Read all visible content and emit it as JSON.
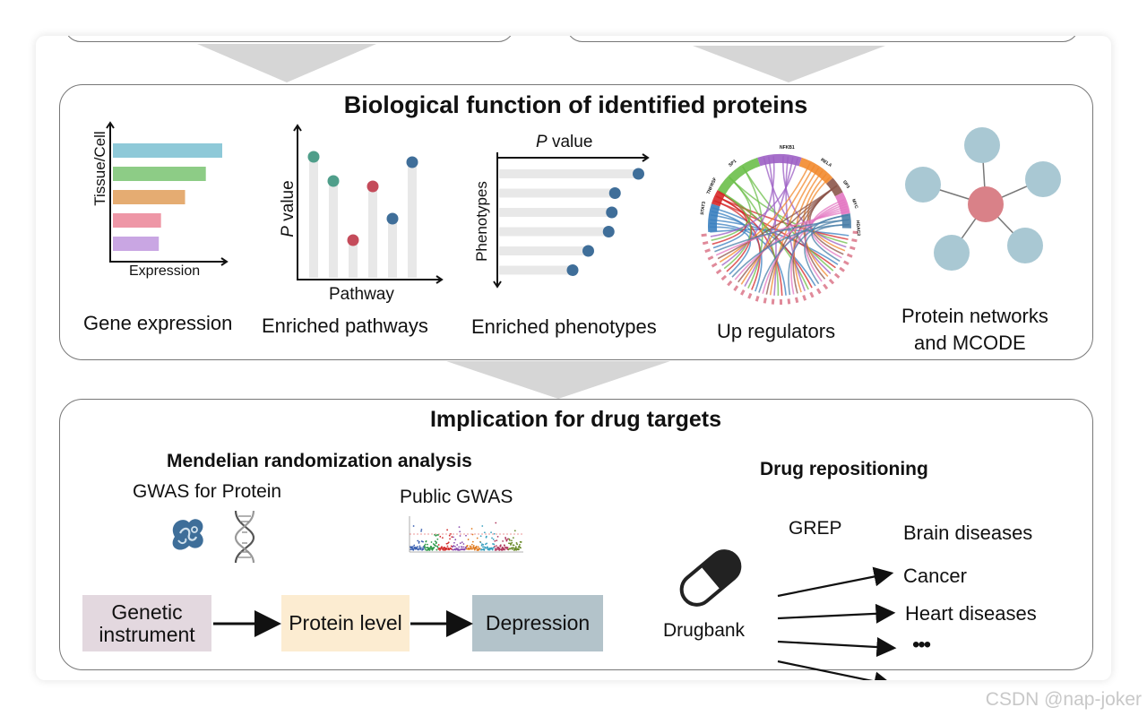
{
  "section1": {
    "title": "Biological function of identified proteins",
    "panels": {
      "gene_expression": {
        "caption": "Gene expression",
        "ylabel": "Tissue/Cell",
        "xlabel": "Expression",
        "bar_colors": [
          "#8ec9d8",
          "#8dcc86",
          "#e5ac72",
          "#ee96a6",
          "#c9a6e3"
        ],
        "bar_values": [
          1.0,
          0.85,
          0.66,
          0.44,
          0.42
        ]
      },
      "enriched_pathways": {
        "caption": "Enriched pathways",
        "ylabel_italic": "P",
        "ylabel_rest": " value",
        "xlabel": "Pathway",
        "point_colors": [
          "#4f9e8a",
          "#4f9e8a",
          "#c44b5a",
          "#c44b5a",
          "#3f6e99",
          "#3f6e99"
        ],
        "point_values": [
          0.9,
          0.72,
          0.28,
          0.68,
          0.44,
          0.86
        ]
      },
      "enriched_phenotypes": {
        "caption": "Enriched phenotypes",
        "xlabel_italic": "P",
        "xlabel_rest": " value",
        "ylabel": "Phenotypes",
        "point_color": "#3f6e99",
        "point_values": [
          0.9,
          0.75,
          0.73,
          0.71,
          0.58,
          0.48
        ]
      },
      "up_regulators": {
        "caption": "Up regulators",
        "labels": [
          "STAT3",
          "TNFRSF",
          "SP1",
          "NFKB1",
          "RELA",
          "SP3",
          "MYC",
          "HDAC3"
        ]
      },
      "protein_networks": {
        "caption_line1": "Protein networks",
        "caption_line2": "and MCODE",
        "center_color": "#d98188",
        "node_color": "#a9c8d3"
      }
    }
  },
  "section2": {
    "title": "Implication for drug targets",
    "mr": {
      "heading": "Mendelian randomization analysis",
      "gwas_protein": "GWAS for Protein",
      "public_gwas": "Public GWAS",
      "flow": {
        "genetic_instrument_line1": "Genetic",
        "genetic_instrument_line2": "instrument",
        "protein_level": "Protein level",
        "depression": "Depression"
      },
      "colors": {
        "genetic": "#e3d8df",
        "protein": "#fcecd1",
        "depression": "#b3c3ca"
      }
    },
    "drug": {
      "heading": "Drug repositioning",
      "grep": "GREP",
      "drugbank": "Drugbank",
      "targets": [
        "Brain diseases",
        "Cancer",
        "Heart diseases",
        "•••"
      ]
    }
  },
  "watermark": "CSDN @nap-joker"
}
